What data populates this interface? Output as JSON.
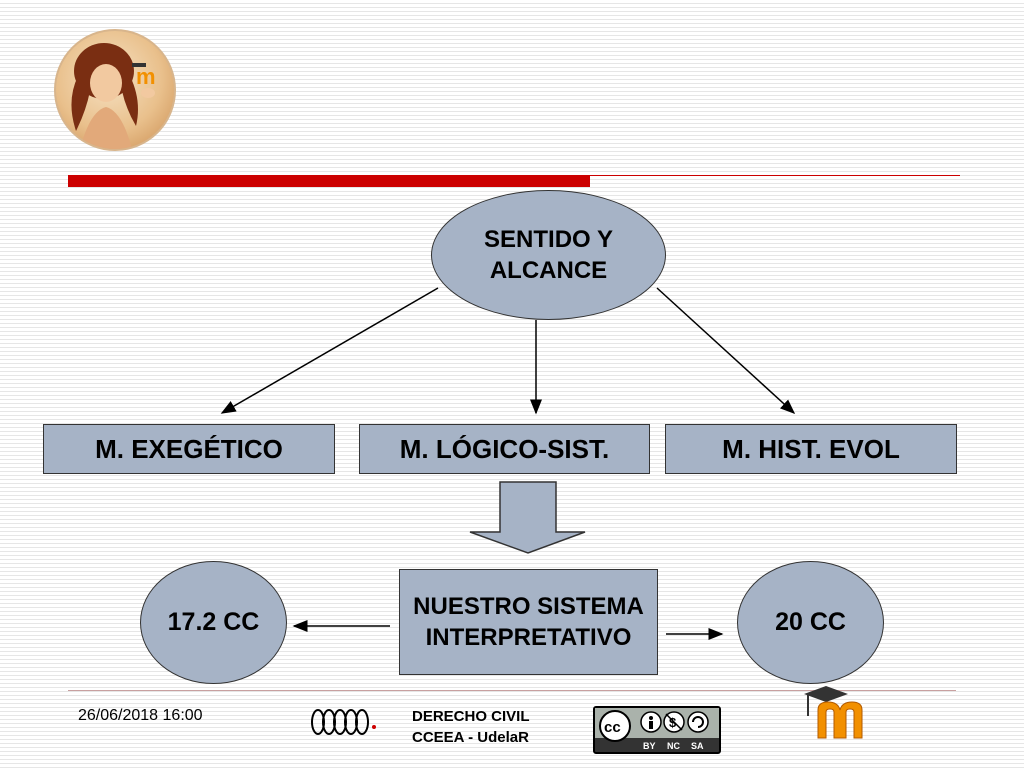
{
  "nodes": {
    "sentido": "SENTIDO Y ALCANCE",
    "exegetico": "M. EXEGÉTICO",
    "logico": "M. LÓGICO-SIST.",
    "hist": "M. HIST. EVOL",
    "nuestro": "NUESTRO SISTEMA INTERPRETATIVO",
    "cc172": "17.2 CC",
    "cc20": "20 CC"
  },
  "footer": {
    "date": "26/06/2018 16:00",
    "course_line1": "DERECHO CIVIL",
    "course_line2": "CCEEA - UdelaR",
    "license_labels": [
      "BY",
      "NC",
      "SA"
    ]
  },
  "icons": [
    "logo-portrait-icon",
    "cceea-logo-icon",
    "creative-commons-icon",
    "moodle-logo-icon"
  ],
  "colors": {
    "accent_red": "#cc0000",
    "node_fill": "#a6b3c6",
    "moodle_orange": "#f29000"
  }
}
